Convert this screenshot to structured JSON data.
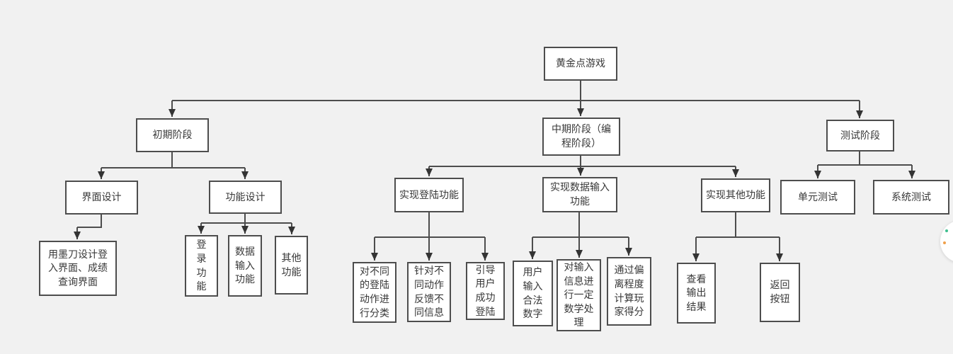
{
  "canvas": {
    "background": "#f1f1f1",
    "box_fill": "#ffffff",
    "box_border": "#4d4d4d",
    "line_color": "#4d4d4d",
    "arrow_color": "#333333",
    "text_color": "#383838"
  },
  "nodes": {
    "root": "黄金点游戏",
    "initial_phase": "初期阶段",
    "middle_phase": "中期阶段（编\n程阶段）",
    "testing_phase": "测试阶段",
    "ui_design": "界面设计",
    "function_design": "功能设计",
    "modao_design": "用墨刀设计登\n入界面、成绩\n查询界面",
    "login_function": "登\n录\n功\n能",
    "data_input_function": "数据\n输入\n功能",
    "other_function": "其他\n功能",
    "impl_login": "实现登陆功能",
    "impl_data_input": "实现数据输入\n功能",
    "impl_other": "实现其他功能",
    "classify_login_actions": "对不同\n的登陆\n动作进\n行分类",
    "feedback_messages": "针对不\n同动作\n反馈不\n同信息",
    "guide_login": "引导\n用户\n成功\n登陆",
    "valid_number_input": "用户\n输入\n合法\n数字",
    "math_processing": "对输入\n信息进\n行一定\n数学处\n理",
    "score_by_deviation": "通过偏\n离程度\n计算玩\n家得分",
    "view_output": "查看\n输出\n结果",
    "back_button": "返回\n按钮",
    "unit_test": "单元测试",
    "system_test": "系统测试"
  },
  "floating_widget": {
    "dot_colors": [
      "#3fbf8f",
      "#f0a04a"
    ]
  }
}
